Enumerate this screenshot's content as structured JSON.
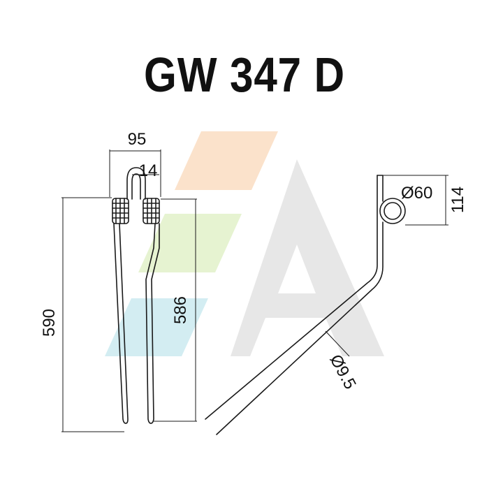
{
  "title": "GW 347 D",
  "dimensions": {
    "width_top": "95",
    "loop_gap": "14",
    "total_length": "590",
    "leg_length": "586",
    "coil_diameter": "Ø60",
    "coil_height": "114",
    "wire_diameter": "Ø9.5"
  },
  "colors": {
    "line": "#1a1a1a",
    "watermark_orange": "#f7c69a",
    "watermark_green": "#d6ebb4",
    "watermark_blue": "#b6e3ea",
    "watermark_grey": "#d9d9d9"
  }
}
